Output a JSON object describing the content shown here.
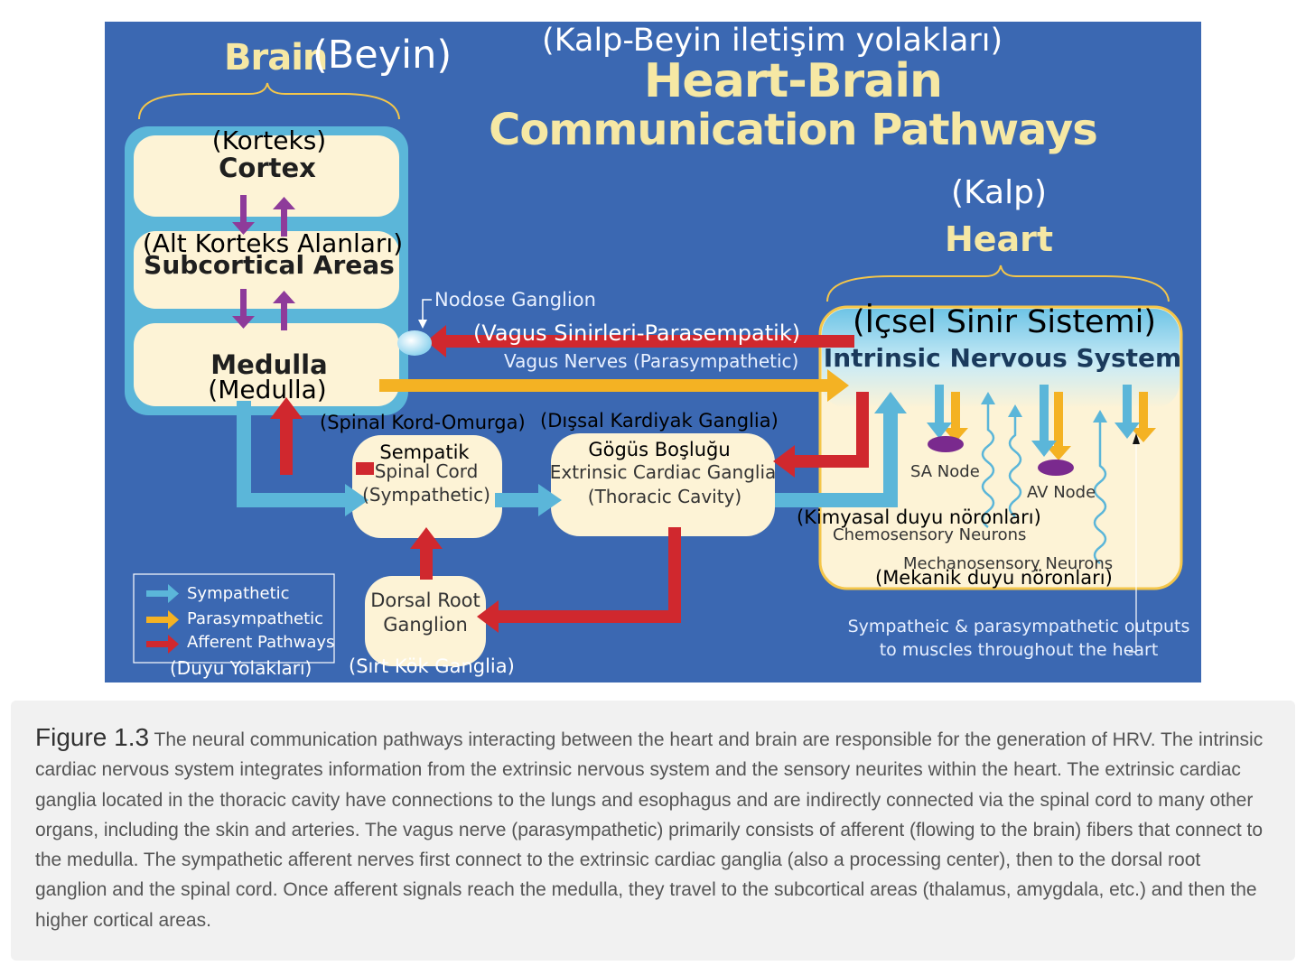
{
  "labels": {
    "brain": "Brain",
    "brain_tr": "(Beyin)",
    "title_tr": "(Kalp-Beyin iletişim yolakları)",
    "title_line1": "Heart-Brain",
    "title_line2": "Communication Pathways",
    "cortex_tr": "(Korteks)",
    "cortex": "Cortex",
    "subcortical_tr": "(Alt Korteks Alanları)",
    "subcortical": "Subcortical Areas",
    "medulla": "Medulla",
    "medulla_tr": "(Medulla)",
    "nodose": "Nodose Ganglion",
    "vagus_tr": "(Vagus Sinirleri-Parasempatik)",
    "vagus": "Vagus Nerves (Parasympathetic)",
    "heart_tr": "(Kalp)",
    "heart": "Heart",
    "ins_tr": "(İçsel Sinir Sistemi)",
    "ins": "Intrinsic Nervous System",
    "spinal_tr": "(Spinal Kord-Omurga)",
    "extrinsic_tr": "(Dışsal Kardiyak Ganglia)",
    "sempatik_tr": "Sempatik",
    "spinal_line1": "Spinal Cord",
    "spinal_line2": "(Sympathetic)",
    "gogus_tr": "Gögüs Boşluğu",
    "ecg_line1": "Extrinsic Cardiac Ganglia",
    "ecg_line2": "(Thoracic Cavity)",
    "sa_node": "SA Node",
    "av_node": "AV Node",
    "chemo_tr": "(Kimyasal duyu nöronları)",
    "chemo": "Chemosensory Neurons",
    "mechano": "Mechanosensory Neurons",
    "mechano_tr": "(Mekanik duyu nöronları)",
    "drg_line1": "Dorsal Root",
    "drg_line2": "Ganglion",
    "drg_tr": "(Sırt Kök Ganglia)",
    "outputs_line1": "Sympatheic & parasympathetic outputs",
    "outputs_line2": "to muscles throughout the heart"
  },
  "legend": {
    "items": [
      {
        "label": "Sympathetic",
        "color": "#5bb6d9"
      },
      {
        "label": "Parasympathetic",
        "color": "#f4b223"
      },
      {
        "label": "Afferent Pathways",
        "color": "#d0282e"
      }
    ],
    "afferent_tr": "(Duyu Yolakları)"
  },
  "colors": {
    "background": "#3b68b2",
    "box_fill": "#fdf3d6",
    "brain_panel": "#5bb6d9",
    "title": "#f6e8a4",
    "node_purple": "#7a2a8e",
    "arrow_purple": "#8e3b9a"
  },
  "caption": {
    "label": "Figure 1.3",
    "text": " The neural communication pathways interacting between the heart and brain are responsible for the generation of HRV. The intrinsic cardiac nervous system integrates information from the extrinsic nervous system and the sensory neurites within the heart. The extrinsic cardiac ganglia located in the thoracic cavity have connections to the lungs and esophagus and are indirectly connected via the spinal cord to many other organs, including the skin and arteries. The vagus nerve (parasympathetic) primarily consists of afferent (flowing to the brain) fibers that connect to the medulla. The sympathetic afferent nerves first connect to the extrinsic cardiac ganglia (also a processing center), then to the dorsal root ganglion and the spinal cord. Once afferent signals reach the medulla, they travel to the subcortical areas (thalamus, amygdala, etc.) and then the higher cortical areas."
  }
}
